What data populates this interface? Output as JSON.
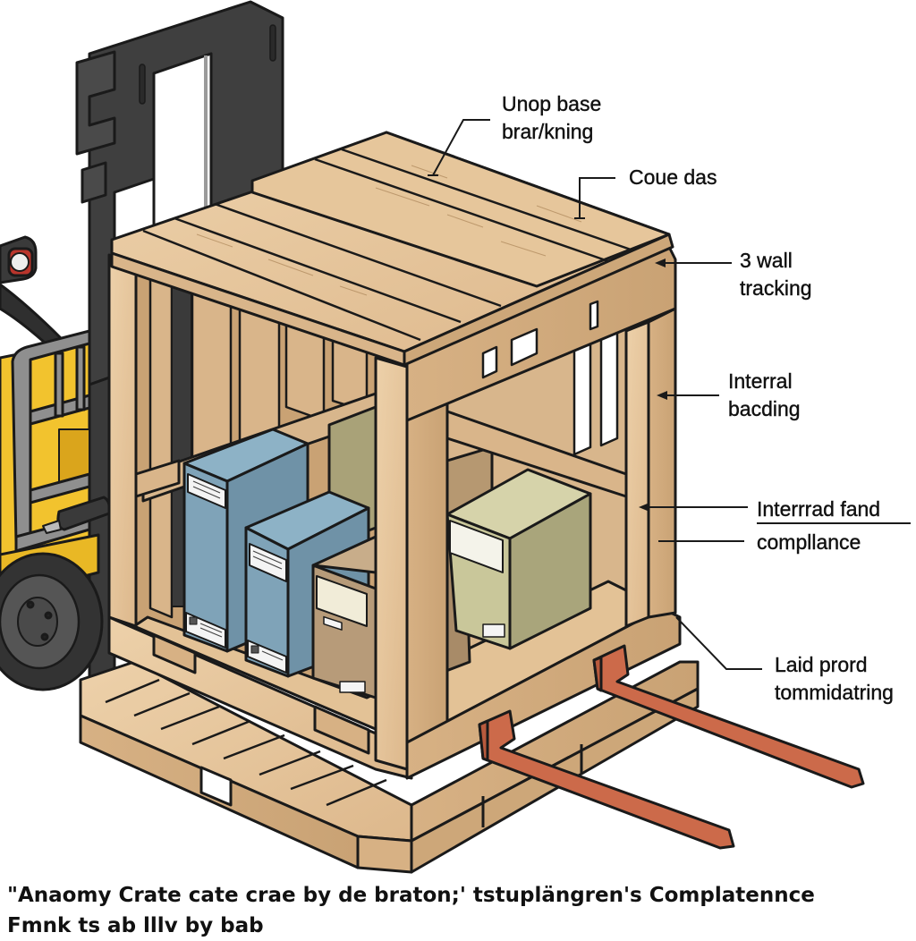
{
  "diagram": {
    "subject": "Wooden shipping crate on pallet being lifted by forklift",
    "colors": {
      "wood_light": "#E8C9A0",
      "wood_mid": "#D9B58A",
      "wood_dark": "#C49A6C",
      "outline": "#1a1a1a",
      "forklift_mast": "#3d3d3d",
      "forklift_body": "#F2C32E",
      "forklift_guard": "#8e8e8e",
      "forks": "#CC6A4A",
      "box_blue": "#7FA3B8",
      "box_brown": "#B79B79",
      "box_olive": "#C9C79A",
      "box_olive_back": "#A9A278"
    },
    "components": [
      {
        "name": "forklift-mast"
      },
      {
        "name": "forklift-body"
      },
      {
        "name": "forklift-wheel"
      },
      {
        "name": "forklift-forks"
      },
      {
        "name": "crate-top-lid"
      },
      {
        "name": "crate-frame"
      },
      {
        "name": "pallet-base"
      },
      {
        "name": "cargo-box-blue-tall"
      },
      {
        "name": "cargo-box-blue-short"
      },
      {
        "name": "cargo-box-brown"
      },
      {
        "name": "cargo-box-olive"
      },
      {
        "name": "cargo-box-olive-back"
      }
    ]
  },
  "callouts": [
    {
      "id": "top",
      "lines": [
        "Unop base",
        "brar/kning"
      ]
    },
    {
      "id": "lid",
      "lines": [
        "Coue das"
      ]
    },
    {
      "id": "wall",
      "lines": [
        "3 wall",
        "tracking"
      ]
    },
    {
      "id": "internal",
      "lines": [
        "Interral",
        "bacding"
      ]
    },
    {
      "id": "compliance",
      "lines": [
        "Interrrad fand",
        "compllance"
      ]
    },
    {
      "id": "load",
      "lines": [
        "Laid prord",
        "tommidatring"
      ]
    }
  ],
  "caption": {
    "line1": "\"Anaomy Crate cate crae by de braton;' tstuplängren's Complatennce",
    "line2": "Fmnk ts ab lllv by bab"
  }
}
